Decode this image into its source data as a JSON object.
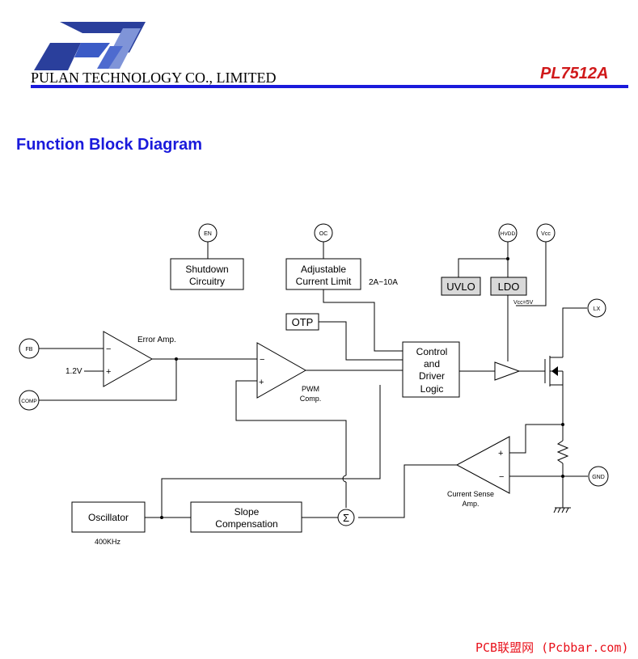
{
  "header": {
    "company": "PULAN TECHNOLOGY CO., LIMITED",
    "part_number": "PL7512A",
    "accent_color": "#1a1adb",
    "part_color": "#d0191a"
  },
  "page_title": "Function Block Diagram",
  "diagram": {
    "pins": {
      "en": "EN",
      "oc": "OC",
      "hvdd": "HVDD",
      "vcc": "Vcc",
      "lx": "LX",
      "fb": "FB",
      "comp": "COMP",
      "gnd": "GND"
    },
    "blocks": {
      "shutdown": [
        "Shutdown",
        "Circuitry"
      ],
      "current_limit": [
        "Adjustable",
        "Current Limit"
      ],
      "otp": "OTP",
      "uvlo": "UVLO",
      "ldo": "LDO",
      "control": [
        "Control",
        "and",
        "Driver",
        "Logic"
      ],
      "oscillator": "Oscillator",
      "slope": [
        "Slope",
        "Compensation"
      ]
    },
    "labels": {
      "current_range": "2A~10A",
      "vcc_value": "Vcc=5V",
      "error_amp": "Error Amp.",
      "ref_voltage": "1.2V",
      "pwm_comp": [
        "PWM",
        "Comp."
      ],
      "current_sense": [
        "Current Sense",
        "Amp."
      ],
      "osc_freq": "400KHz",
      "minus": "−",
      "plus": "+",
      "sum": "Σ"
    }
  },
  "watermark": "PCB联盟网 (Pcbbar.com)"
}
